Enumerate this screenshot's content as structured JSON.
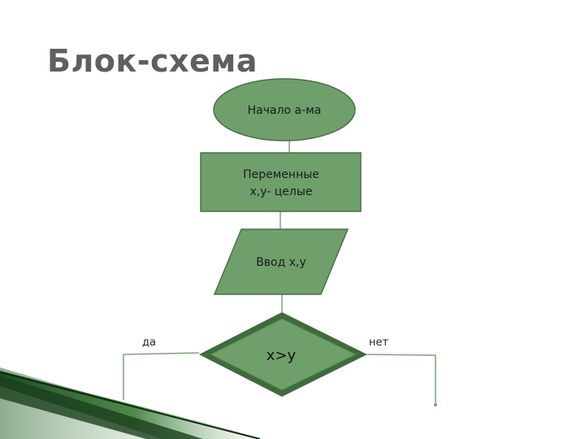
{
  "title": "Блок-схема",
  "blocks": {
    "start": "Начало а-ма",
    "vars_line1": "Переменные",
    "vars_line2": "x,y- целые",
    "input": "Ввод x,y",
    "condition": "x>y"
  },
  "branches": {
    "yes": "да",
    "no": "нет"
  },
  "colors": {
    "shape_fill": "#6f9f6b",
    "shape_stroke": "#4a6f47",
    "line": "#7fa37b",
    "title": "#5f5f5f",
    "decor": "#1f4a22"
  }
}
